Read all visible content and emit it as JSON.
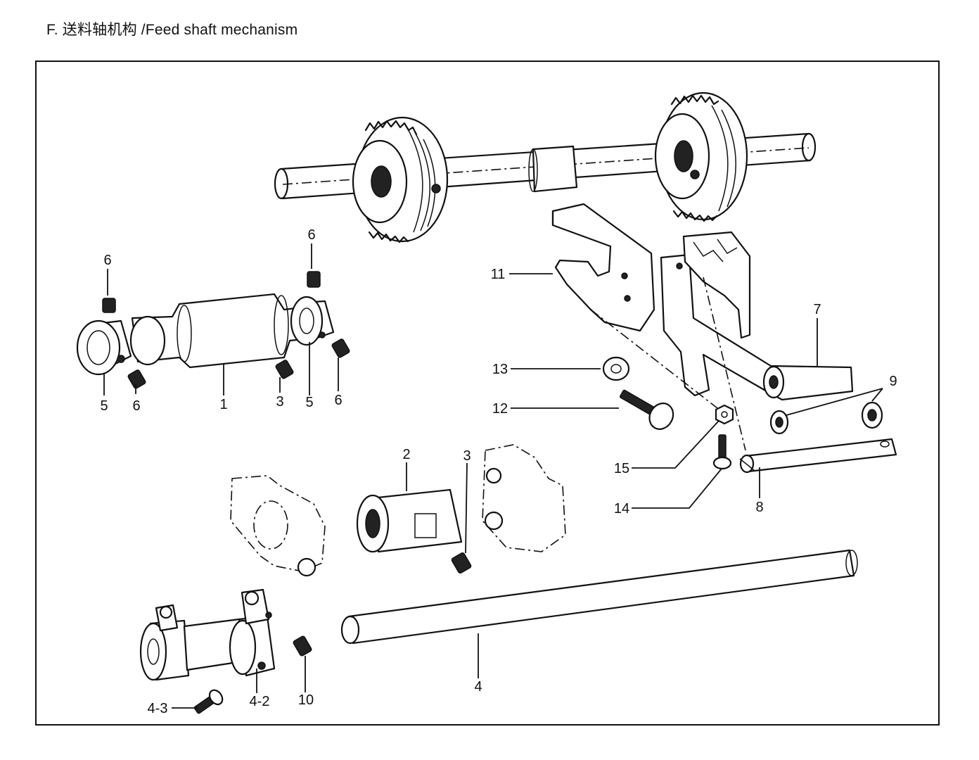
{
  "title": "F. 送料轴机构 /Feed shaft mechanism",
  "callouts": {
    "c1": "1",
    "c2": "2",
    "c3a": "3",
    "c3b": "3",
    "c4": "4",
    "c4_2": "4-2",
    "c4_3": "4-3",
    "c5a": "5",
    "c5b": "5",
    "c6a": "6",
    "c6b": "6",
    "c6c": "6",
    "c6d": "6",
    "c7": "7",
    "c8": "8",
    "c9": "9",
    "c10": "10",
    "c11": "11",
    "c12": "12",
    "c13": "13",
    "c14": "14",
    "c15": "15"
  }
}
